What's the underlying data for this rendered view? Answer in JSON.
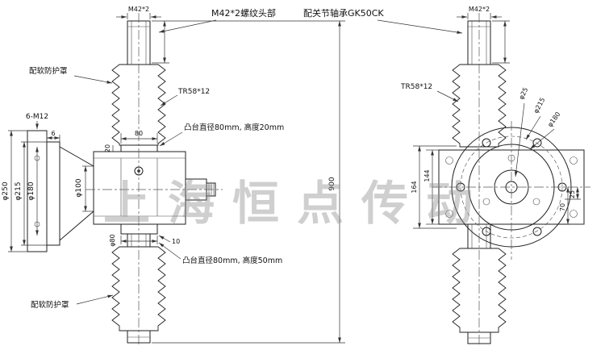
{
  "watermark": "上海恒点传动",
  "title_annotations": {
    "thread_head_note": "M42*2螺纹头部",
    "bearing_note": "配关节轴承GK50CK"
  },
  "left_view": {
    "thread_label": "M42*2",
    "soft_cover_top": "配软防护罩",
    "soft_cover_bottom": "配软防护罩",
    "screw_spec": "TR58*12",
    "bolt_spec": "6-M12",
    "boss_top_note": "凸台直径80mm, 高度20mm",
    "boss_bottom_note": "凸台直径80mm, 高度50mm",
    "dim_total_height": "900",
    "dim_flange_od": "φ250",
    "dim_bolt_circle": "φ215",
    "dim_spigot": "φ180",
    "dim_neck": "φ100",
    "dim_boss": "φ80",
    "dim_boss_width": "80",
    "dim_boss_height": "20",
    "dim_plate": "6",
    "dim_10": "10"
  },
  "right_view": {
    "thread_label": "M42*2",
    "screw_spec": "TR58*12",
    "dim_hole": "φ25",
    "dim_bolt_circle": "φ215",
    "dim_spigot": "φ180",
    "dim_164": "164",
    "dim_144": "144",
    "dim_70": "70",
    "dim_25": "25"
  }
}
